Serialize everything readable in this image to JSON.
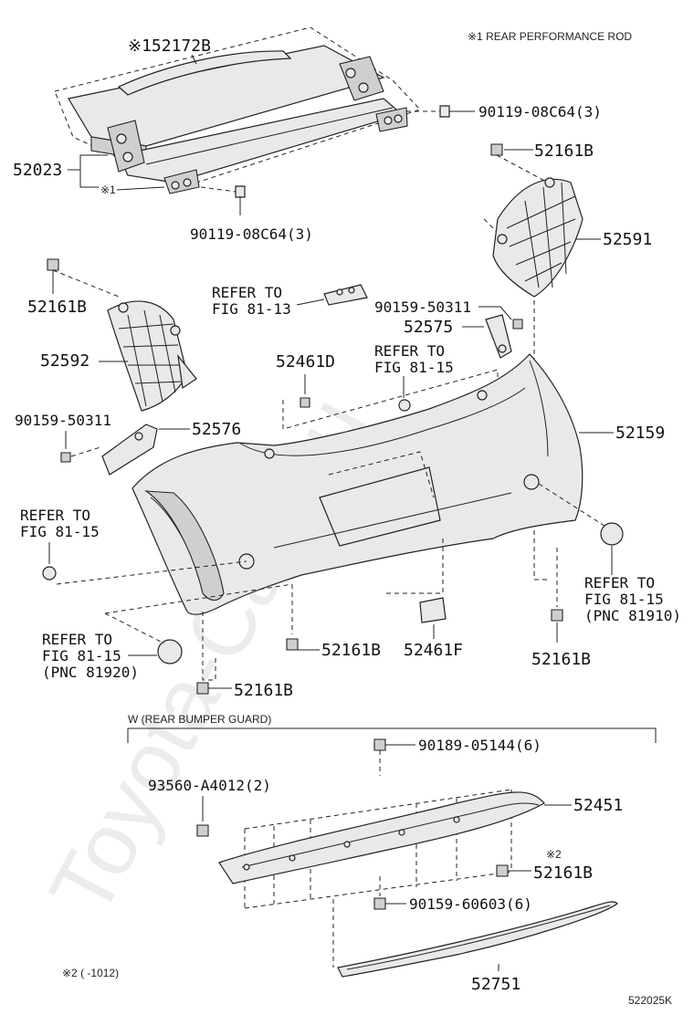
{
  "notes": {
    "rear_performance_rod": "※1 REAR PERFORMANCE ROD",
    "rear_bumper_guard": "W (REAR BUMPER GUARD)",
    "footnote": "※2 (      -1012)",
    "figure_id": "522025K",
    "watermark": "Toyota-Cats.ru"
  },
  "labels": {
    "p52172B": "※152172B",
    "p90119_top": "90119-08C64(3)",
    "p52023": "52023",
    "star1": "※1",
    "p90119_bottom": "90119-08C64(3)",
    "p52161B_a": "52161B",
    "p52591": "52591",
    "p52161B_b": "52161B",
    "refer_81_13_a": "REFER TO",
    "refer_81_13_b": "FIG 81-13",
    "p90159_50311_a": "90159-50311",
    "p52575": "52575",
    "p52592": "52592",
    "p52461D": "52461D",
    "refer_81_15_a1": "REFER TO",
    "refer_81_15_a2": "FIG 81-15",
    "p90159_50311_b": "90159-50311",
    "p52576": "52576",
    "p52159": "52159",
    "refer_81_15_b1": "REFER TO",
    "refer_81_15_b2": "FIG 81-15",
    "refer_81_15_c1": "REFER TO",
    "refer_81_15_c2": "FIG 81-15",
    "refer_81_15_c3": "(PNC 81910)",
    "refer_81_15_d1": "REFER TO",
    "refer_81_15_d2": "FIG 81-15",
    "refer_81_15_d3": "(PNC 81920)",
    "p52161B_c": "52161B",
    "p52461F": "52461F",
    "p52161B_d": "52161B",
    "p52161B_e": "52161B",
    "p90189": "90189-05144(6)",
    "p93560": "93560-A4012(2)",
    "p52451": "52451",
    "star2": "※2",
    "p52161B_f": "52161B",
    "p90159_60603": "90159-60603(6)",
    "p52751": "52751"
  }
}
